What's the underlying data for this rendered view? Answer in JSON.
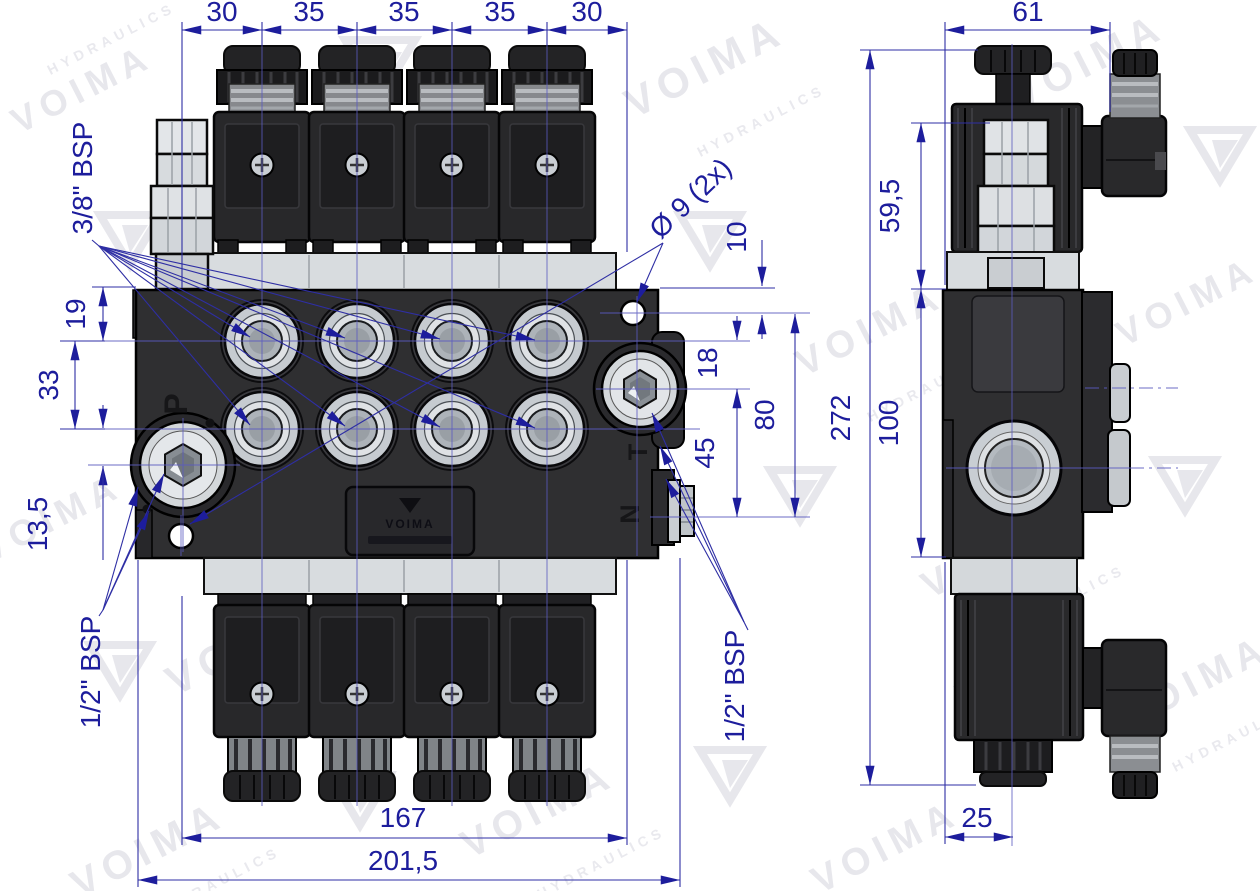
{
  "accent_color": "#1d1d9c",
  "dims": {
    "top_pitch": [
      "30",
      "35",
      "35",
      "35",
      "30"
    ],
    "side_width": "61",
    "left_chain": [
      "19",
      "33",
      "13,5"
    ],
    "right_chain": [
      "10",
      "18",
      "45",
      "80"
    ],
    "side_chain": [
      "59,5",
      "100",
      "272",
      "25"
    ],
    "bottom": {
      "inner": "167",
      "outer": "201,5"
    }
  },
  "labels": {
    "hole_note": "Ø 9 (2x)",
    "port_top": "3/8\" BSP",
    "port_left": "1/2\" BSP",
    "port_right": "1/2\" BSP"
  },
  "letters": {
    "p": "P",
    "t": "T",
    "n": "N"
  },
  "plate": {
    "brand": "VOIMA"
  },
  "watermark": {
    "brand": "VOIMA",
    "sub": "HYDRAULICS"
  }
}
